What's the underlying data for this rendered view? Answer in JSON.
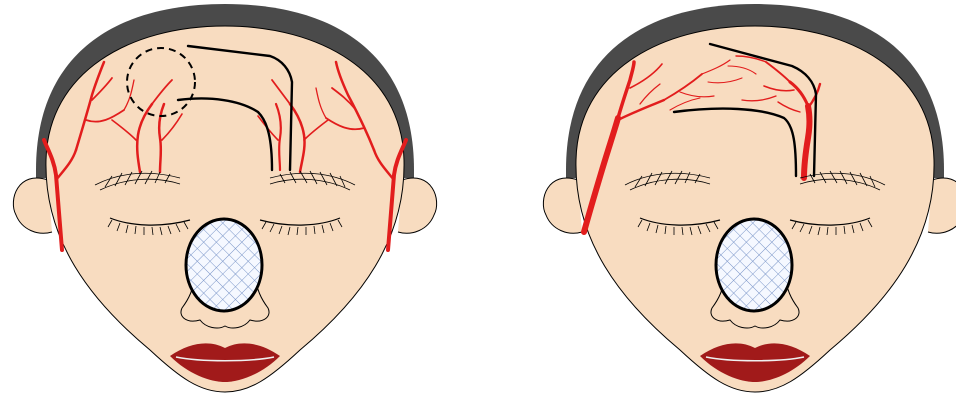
{
  "colors": {
    "hair": "#4a4a4a",
    "skin": "#f8dcc0",
    "outline": "#000000",
    "vessel": "#e21d1d",
    "lips": "#a11a1a",
    "lip_line": "#f0f0f0",
    "mesh": "#7a95c8",
    "mesh_bg": "#f5f8ff",
    "background": "#ffffff"
  },
  "panels": [
    {
      "id": "left-face",
      "flap_outline": "solid-black",
      "marked_region": "dashed-circle-upper-left-forehead",
      "vessel_pattern": "bilateral-branching-network"
    },
    {
      "id": "right-face",
      "flap_outline": "solid-black",
      "vessel_pattern": "unilateral-dominant-pedicle"
    }
  ],
  "icons": {
    "nose_defect": "crosshatch-oval-icon",
    "marking": "dashed-circle-icon"
  }
}
